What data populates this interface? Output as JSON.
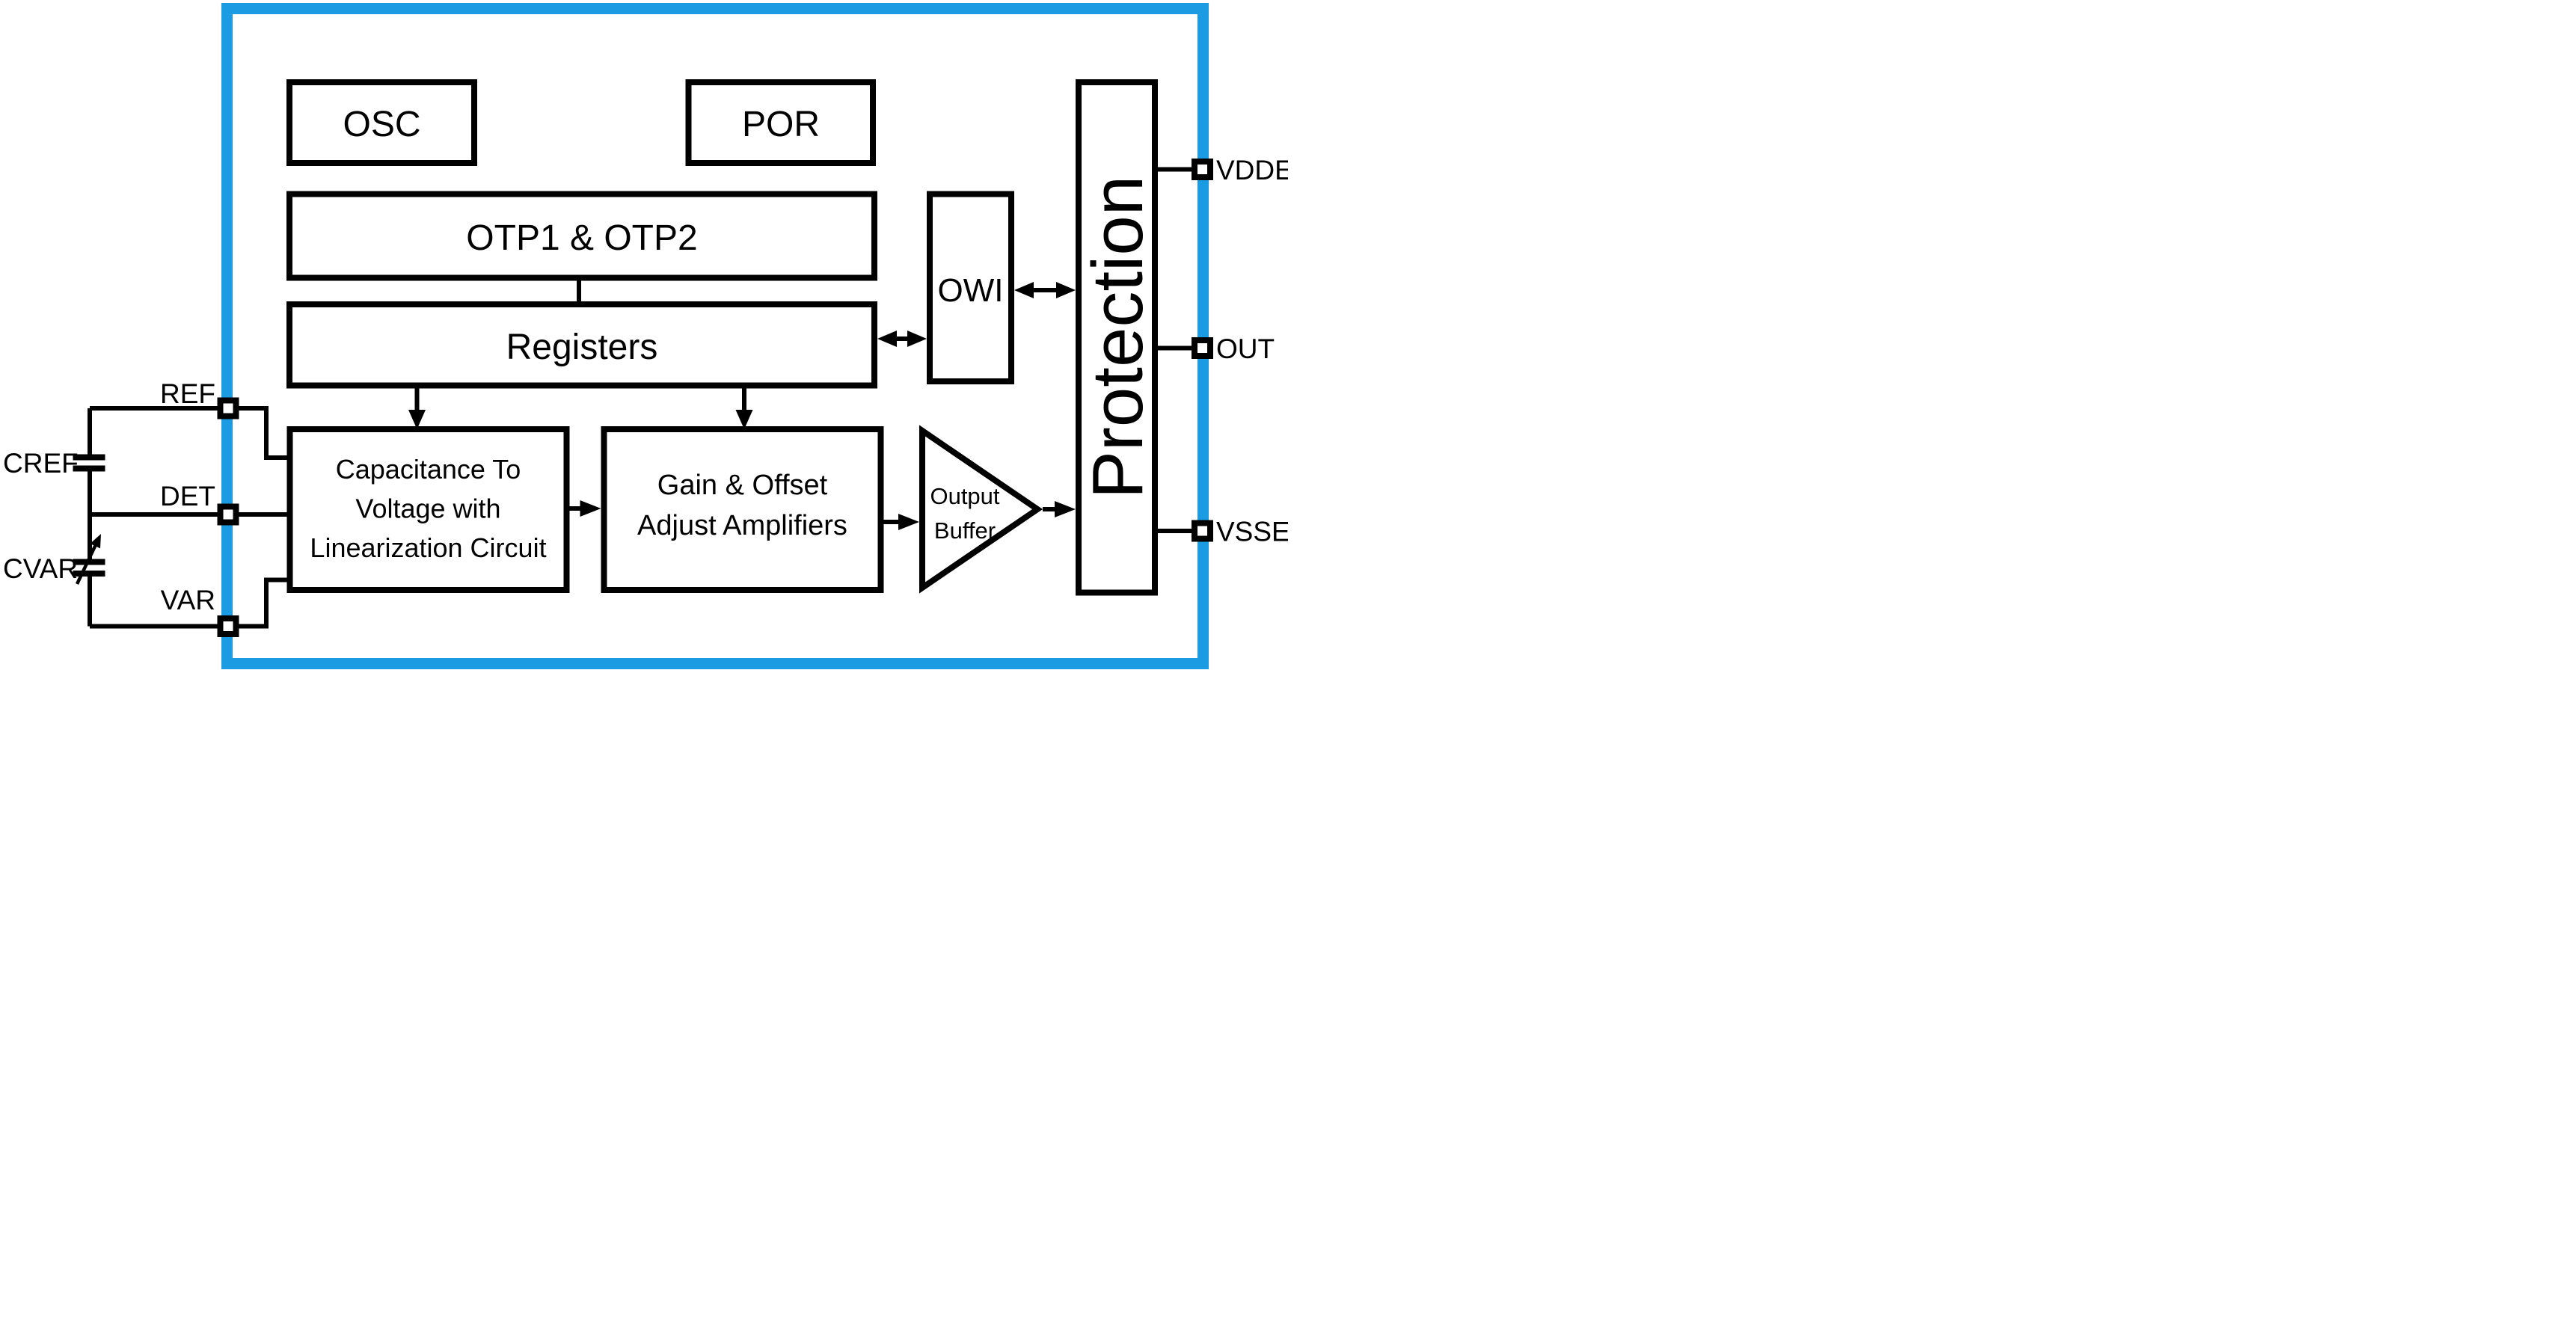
{
  "diagram": {
    "type": "ic-block-diagram",
    "blocks": {
      "osc": "OSC",
      "por": "POR",
      "otp": "OTP1 & OTP2",
      "registers": "Registers",
      "owi": "OWI",
      "protection": "Protection",
      "cap_to_voltage": {
        "line1": "Capacitance To",
        "line2": "Voltage with",
        "line3": "Linearization Circuit"
      },
      "gain_offset": {
        "line1": "Gain & Offset",
        "line2": "Adjust Amplifiers"
      },
      "output_buffer": {
        "line1": "Output",
        "line2": "Buffer"
      }
    },
    "pins": {
      "left": [
        "REF",
        "DET",
        "VAR"
      ],
      "right": [
        "VDDE",
        "OUT",
        "VSSE"
      ]
    },
    "external_components": {
      "cref": "CREF",
      "cvar": "CVAR"
    },
    "colors": {
      "chip_border": "#1B9CE2",
      "line": "#000000",
      "background": "#FFFFFF"
    }
  }
}
